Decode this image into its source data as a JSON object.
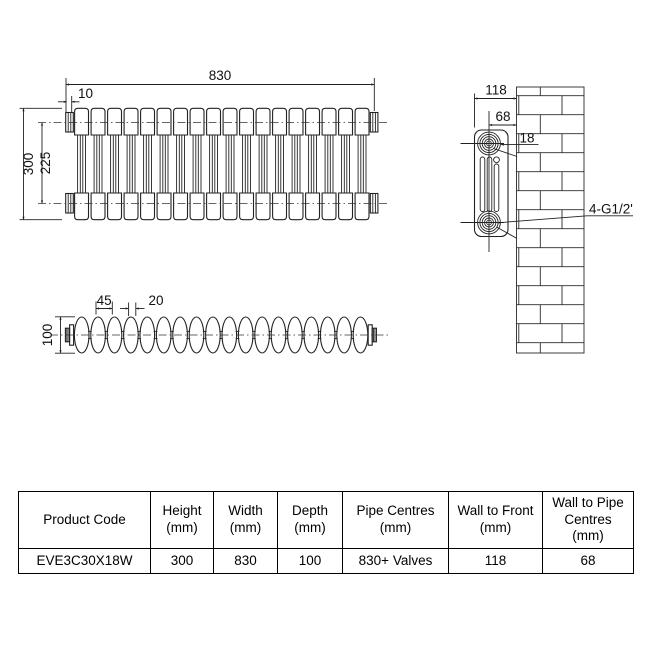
{
  "drawing": {
    "sections": 18,
    "front_view": {
      "dims": {
        "width": "830",
        "tapping_offset": "10",
        "height": "300",
        "pipe_centres": "225"
      }
    },
    "side_view": {
      "dims": {
        "wall_to_front": "118",
        "wall_to_pipe_centres": "68",
        "pipe": "18",
        "tappings": "4-G1/2'"
      }
    },
    "top_view": {
      "dims": {
        "section_width": "45",
        "section_gap": "20",
        "depth": "100"
      }
    }
  },
  "table": {
    "headers": [
      {
        "label": "Product Code",
        "unit": ""
      },
      {
        "label": "Height",
        "unit": "(mm)"
      },
      {
        "label": "Width",
        "unit": "(mm)"
      },
      {
        "label": "Depth",
        "unit": "(mm)"
      },
      {
        "label": "Pipe Centres",
        "unit": "(mm)"
      },
      {
        "label": "Wall to Front",
        "unit": "(mm)"
      },
      {
        "label": "Wall to Pipe Centres",
        "unit": "(mm)"
      }
    ],
    "row": [
      "EVE3C30X18W",
      "300",
      "830",
      "100",
      "830+ Valves",
      "118",
      "68"
    ]
  }
}
